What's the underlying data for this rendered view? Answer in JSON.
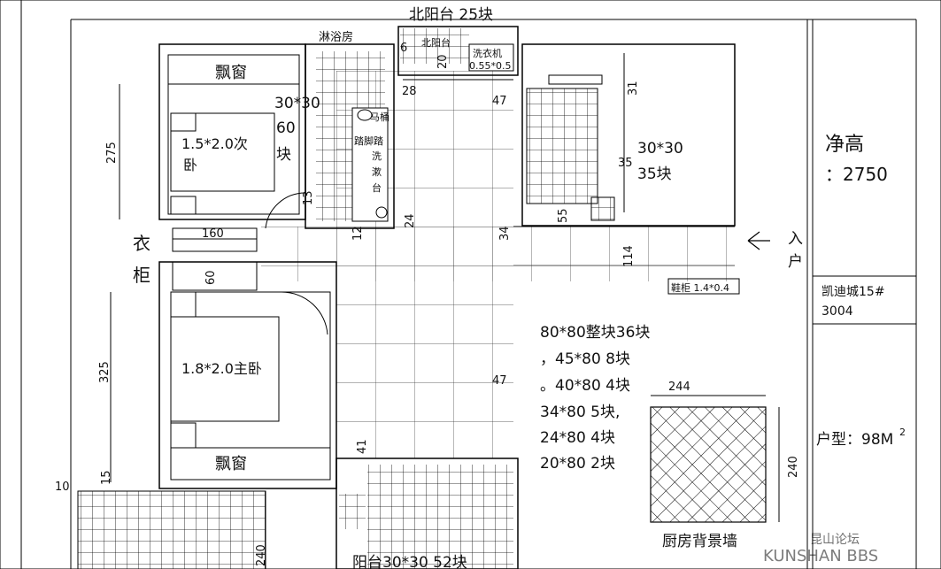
{
  "title_top": "北阳台 25块",
  "shower_room": "淋浴房",
  "north_balcony_small": "北阳台",
  "washer": "洗衣机",
  "washer_size": "0.55*0.5",
  "toilet": "马桶",
  "mirror": "踏脚踏",
  "sink": [
    "洗",
    "漱",
    "台"
  ],
  "bay_window": "飘窗",
  "second_bedroom": [
    "1.5*2.0次",
    "卧"
  ],
  "master_bedroom": "1.8*2.0主卧",
  "wardrobe": [
    "衣",
    "柜"
  ],
  "tile_second_bed": [
    "30*30",
    "60",
    "块"
  ],
  "tile_right_room": [
    "30*30",
    "35块"
  ],
  "entrance": [
    "入",
    "户"
  ],
  "shoe_cabinet": "鞋柜 1.4*0.4",
  "ceiling_height": [
    "净高",
    "：2750"
  ],
  "project": [
    "凯迪城15#",
    "3004"
  ],
  "house_type": "户型：98M",
  "house_type_sup": "2",
  "tile_summary": [
    "80*80整块36块",
    "，45*80 8块",
    "。40*80 4块",
    "34*80 5块,",
    "24*80 4块",
    "20*80 2块"
  ],
  "kitchen_wall": "厨房背景墙",
  "kitchen_w": "244",
  "kitchen_h": "240",
  "balcony_bottom": "阳台30*30 52块",
  "watermark": [
    "昆山论坛",
    "KUNSHAN BBS"
  ],
  "dims": {
    "d275": "275",
    "d160": "160",
    "d60": "60",
    "d325": "325",
    "d15": "15",
    "d10": "10",
    "d240b": "240",
    "d13": "13",
    "d12": "12",
    "d24": "24",
    "d28": "28",
    "d47a": "47",
    "d47b": "47",
    "d31": "31",
    "d35": "35",
    "d55": "55",
    "d34": "34",
    "d114": "114",
    "d41": "41",
    "d20": "20",
    "d6": "6"
  }
}
